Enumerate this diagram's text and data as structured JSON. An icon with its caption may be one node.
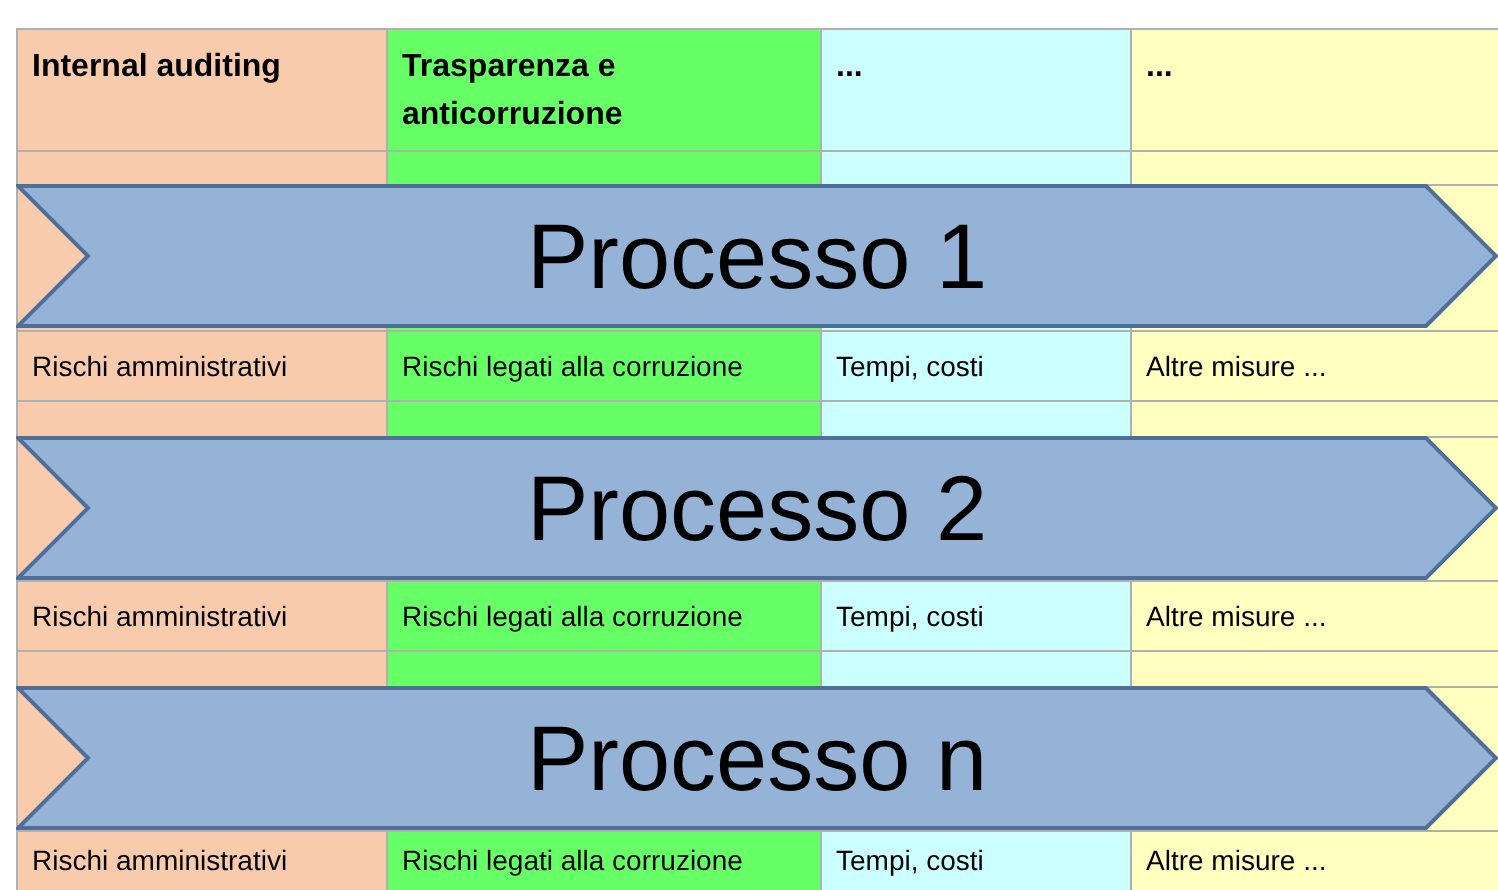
{
  "diagram": {
    "nodes": [
      {
        "text": [
          "Processo 1"
        ]
      },
      {
        "text": [
          "Processo 2"
        ]
      },
      {
        "text": [
          "Processo n"
        ]
      }
    ],
    "labels": [
      "Internal auditing",
      "Trasparenza e anticorruzione",
      "...",
      "...",
      "Rischi amministrativi",
      "Rischi legati alla corruzione",
      "Tempi, costi",
      "Altre misure ...",
      "Rischi amministrativi",
      "Rischi legati alla corruzione",
      "Tempi, costi",
      "Altre misure ...",
      "Rischi amministrativi",
      "Rischi legati alla corruzione",
      "Tempi, costi",
      "Altre misure ..."
    ]
  }
}
